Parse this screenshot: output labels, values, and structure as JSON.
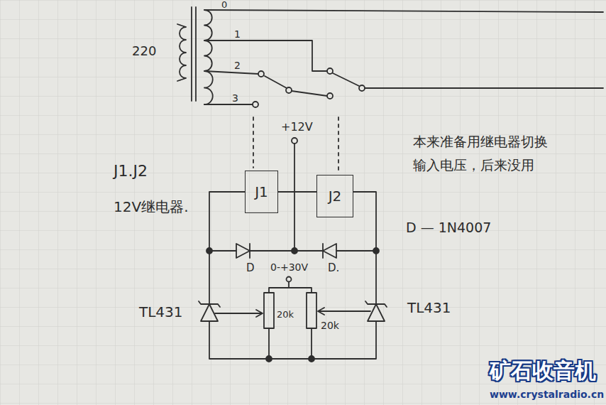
{
  "diagram": {
    "nodes": [
      {
        "text": [
          "J1"
        ]
      },
      {
        "text": [
          "J2"
        ]
      }
    ],
    "edges": [
      {
        "from": 0,
        "to": 1,
        "arrow": "none"
      }
    ],
    "labels": [
      "220",
      "0",
      "1",
      "2",
      "3",
      "+12V",
      "J1.J2",
      "12V继电器.",
      "本来准备用继电器切换 输入电压，后来没用",
      "D — 1N4007",
      "D",
      "D.",
      "0-+30V",
      "TL431",
      "TL431",
      "20k",
      "20k",
      "矿石收音机",
      "www.crystalradio.cn"
    ]
  }
}
